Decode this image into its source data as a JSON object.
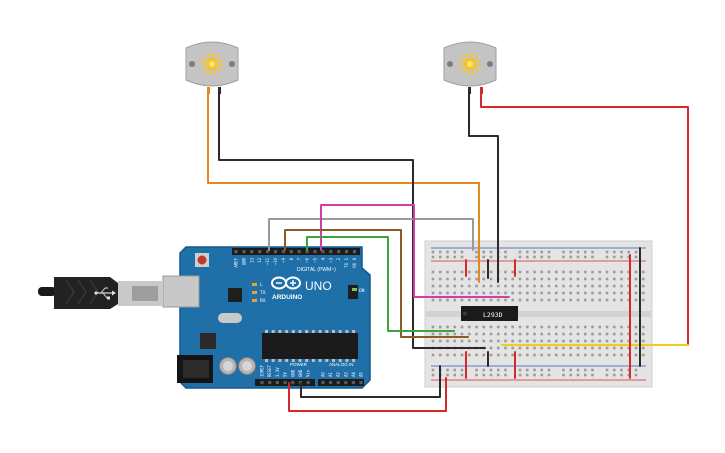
{
  "board": {
    "brand": "ARDUINO",
    "model": "UNO",
    "digital_header_label": "DIGITAL (PWM~)",
    "power_label": "POWER",
    "analog_label": "ANALOG IN",
    "indicator_l": "L",
    "indicator_tx": "TX",
    "indicator_rx": "RX",
    "indicator_on": "ON",
    "digital_pins": [
      "AREF",
      "GND",
      "13",
      "12",
      "~11",
      "~10",
      "~9",
      "8",
      "7",
      "~6",
      "~5",
      "4",
      "~3",
      "2",
      "TX 1",
      "RX 0"
    ],
    "power_pins": [
      "IOREF",
      "RESET",
      "3.3V",
      "5V",
      "GND",
      "GND",
      "Vin"
    ],
    "analog_pins": [
      "A0",
      "A1",
      "A2",
      "A3",
      "A4",
      "A5"
    ]
  },
  "chip": {
    "label": "L293D"
  },
  "colors": {
    "board_blue": "#1f6fa8",
    "wire_black": "#2b2b2b",
    "wire_orange": "#e38a1e",
    "wire_red": "#d62a2a",
    "wire_yellow": "#f2cb1d",
    "wire_green": "#3aa63a",
    "wire_pink": "#d23fa4",
    "wire_gray": "#9a9a9a",
    "wire_brown": "#8a5a2b"
  }
}
